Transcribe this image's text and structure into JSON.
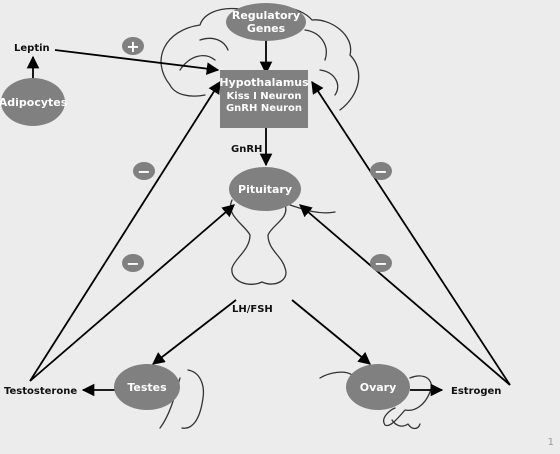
{
  "nodes": {
    "regulatory_genes": [
      "Regulatory",
      "Genes"
    ],
    "hypothalamus": [
      "Hypothalamus",
      "Kiss I Neuron",
      "GnRH Neuron"
    ],
    "adipocytes": "Adipocytes",
    "pituitary": "Pituitary",
    "testes": "Testes",
    "ovary": "Ovary"
  },
  "labels": {
    "leptin": "Leptin",
    "gnrh": "GnRH",
    "lh_fsh": "LH/FSH",
    "testosterone": "Testosterone",
    "estrogen": "Estrogen"
  },
  "signs": {
    "positive": "+",
    "negative": "−"
  },
  "page_number": "1",
  "colors": {
    "node_fill": "#808080",
    "node_text": "#ffffff",
    "background": "#ececec",
    "arrow": "#000000"
  }
}
